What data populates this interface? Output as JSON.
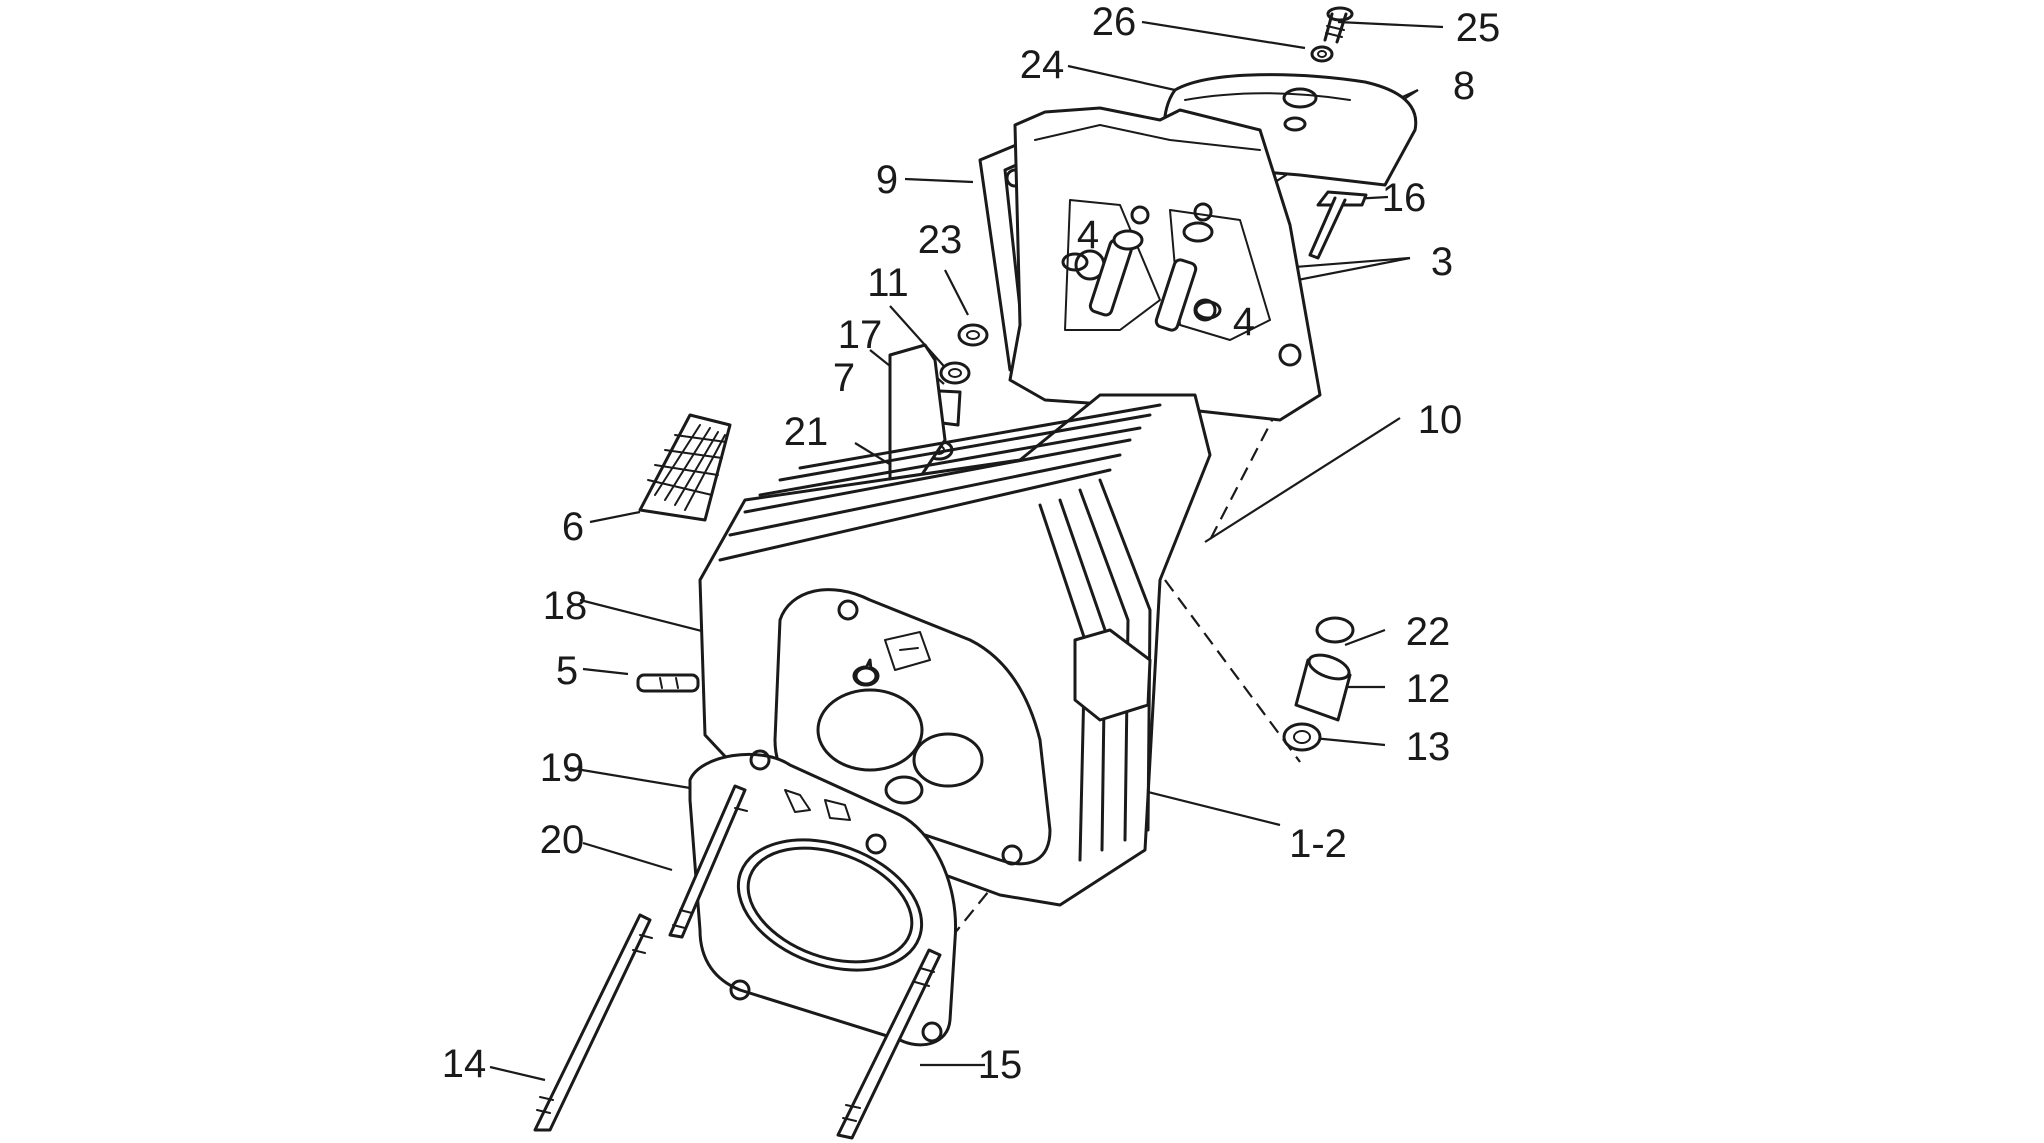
{
  "callouts": [
    {
      "id": "c26",
      "label": "26"
    },
    {
      "id": "c25",
      "label": "25"
    },
    {
      "id": "c24",
      "label": "24"
    },
    {
      "id": "c8",
      "label": "8"
    },
    {
      "id": "c9",
      "label": "9"
    },
    {
      "id": "c16",
      "label": "16"
    },
    {
      "id": "c23",
      "label": "23"
    },
    {
      "id": "c4a",
      "label": "4"
    },
    {
      "id": "c3",
      "label": "3"
    },
    {
      "id": "c11",
      "label": "11"
    },
    {
      "id": "c4b",
      "label": "4"
    },
    {
      "id": "c17",
      "label": "17"
    },
    {
      "id": "c7",
      "label": "7"
    },
    {
      "id": "c10",
      "label": "10"
    },
    {
      "id": "c21",
      "label": "21"
    },
    {
      "id": "c6",
      "label": "6"
    },
    {
      "id": "c18",
      "label": "18"
    },
    {
      "id": "c22",
      "label": "22"
    },
    {
      "id": "c12",
      "label": "12"
    },
    {
      "id": "c5",
      "label": "5"
    },
    {
      "id": "c13",
      "label": "13"
    },
    {
      "id": "c19",
      "label": "19"
    },
    {
      "id": "c1-2",
      "label": "1-2"
    },
    {
      "id": "c20",
      "label": "20"
    },
    {
      "id": "c14",
      "label": "14"
    },
    {
      "id": "c15",
      "label": "15"
    }
  ]
}
